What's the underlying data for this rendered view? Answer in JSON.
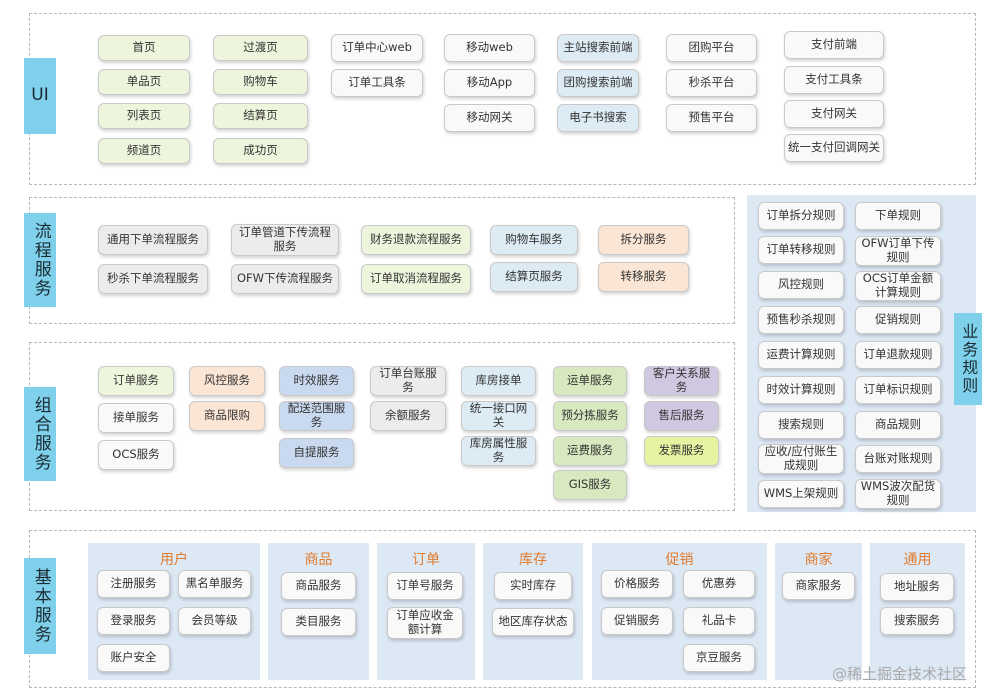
{
  "layers": {
    "ui": "UI",
    "flow": "流程服务",
    "composite": "组合服务",
    "basic": "基本服务",
    "rules": "业务规则"
  },
  "ui": {
    "home": "首页",
    "product_page": "单品页",
    "list_page": "列表页",
    "channel_page": "频道页",
    "transition_page": "过渡页",
    "cart": "购物车",
    "checkout_page": "结算页",
    "success_page": "成功页",
    "order_center_web": "订单中心web",
    "order_toolbar": "订单工具条",
    "mobile_web": "移动web",
    "mobile_app": "移动App",
    "mobile_gateway": "移动网关",
    "main_search_frontend": "主站搜索前端",
    "group_search_frontend": "团购搜索前端",
    "ebook_search": "电子书搜索",
    "group_buy_platform": "团购平台",
    "flash_sale_platform": "秒杀平台",
    "presale_platform": "预售平台",
    "payment_frontend": "支付前端",
    "payment_toolbar": "支付工具条",
    "payment_gateway": "支付网关",
    "unified_payment_callback_gateway": "统一支付回调网关"
  },
  "flow": {
    "general_order_flow": "通用下单流程服务",
    "flash_order_flow": "秒杀下单流程服务",
    "order_pipeline_push": "订单管道下传流程服务",
    "ofw_push_flow": "OFW下传流程服务",
    "finance_refund_flow": "财务退款流程服务",
    "order_cancel_flow": "订单取消流程服务",
    "cart_service": "购物车服务",
    "checkout_service": "结算页服务",
    "split_service": "拆分服务",
    "transfer_service": "转移服务"
  },
  "composite": {
    "order_service": "订单服务",
    "accept_order_service": "接单服务",
    "ocs_service": "OCS服务",
    "risk_service": "风控服务",
    "product_limit": "商品限购",
    "timeliness_service": "时效服务",
    "delivery_range_service": "配送范围服务",
    "self_pickup_service": "自提服务",
    "order_ledger_service": "订单台账服务",
    "balance_service": "余额服务",
    "warehouse_accept": "库房接单",
    "unified_interface_gateway": "统一接口网关",
    "warehouse_attr_service": "库房属性服务",
    "waybill_service": "运单服务",
    "presort_service": "预分拣服务",
    "freight_service": "运费服务",
    "gis_service": "GIS服务",
    "crm_service": "客户关系服务",
    "after_sales_service": "售后服务",
    "invoice_service": "发票服务"
  },
  "rules": {
    "order_split_rule": "订单拆分规则",
    "order_placement_rule": "下单规则",
    "order_transfer_rule": "订单转移规则",
    "ofw_order_push_rule": "OFW订单下传规则",
    "risk_rule": "风控规则",
    "ocs_amount_rule": "OCS订单金额计算规则",
    "presale_flash_rule": "预售秒杀规则",
    "promotion_rule": "促销规则",
    "freight_calc_rule": "运费计算规则",
    "order_refund_rule": "订单退款规则",
    "timeliness_calc_rule": "时效计算规则",
    "order_mark_rule": "订单标识规则",
    "search_rule": "搜索规则",
    "product_rule": "商品规则",
    "receivable_payable_rule": "应收/应付账生成规则",
    "ledger_reconcile_rule": "台账对账规则",
    "wms_shelving_rule": "WMS上架规则",
    "wms_wave_picking_rule": "WMS波次配货规则"
  },
  "basic": {
    "user": {
      "title": "用户",
      "register": "注册服务",
      "blacklist": "黑名单服务",
      "login": "登录服务",
      "member_level": "会员等级",
      "account_security": "账户安全"
    },
    "product": {
      "title": "商品",
      "product_service": "商品服务",
      "category_service": "类目服务"
    },
    "order": {
      "title": "订单",
      "order_no_service": "订单号服务",
      "order_receivable_calc": "订单应收金额计算"
    },
    "inventory": {
      "title": "库存",
      "realtime_stock": "实时库存",
      "regional_stock_status": "地区库存状态"
    },
    "promotion": {
      "title": "促销",
      "price_service": "价格服务",
      "coupon": "优惠券",
      "promotion_service": "促销服务",
      "gift_card": "礼品卡",
      "jingdou_service": "京豆服务"
    },
    "merchant": {
      "title": "商家",
      "merchant_service": "商家服务"
    },
    "common": {
      "title": "通用",
      "address_service": "地址服务",
      "search_service": "搜索服务"
    }
  },
  "watermark": "@稀土掘金技术社区"
}
